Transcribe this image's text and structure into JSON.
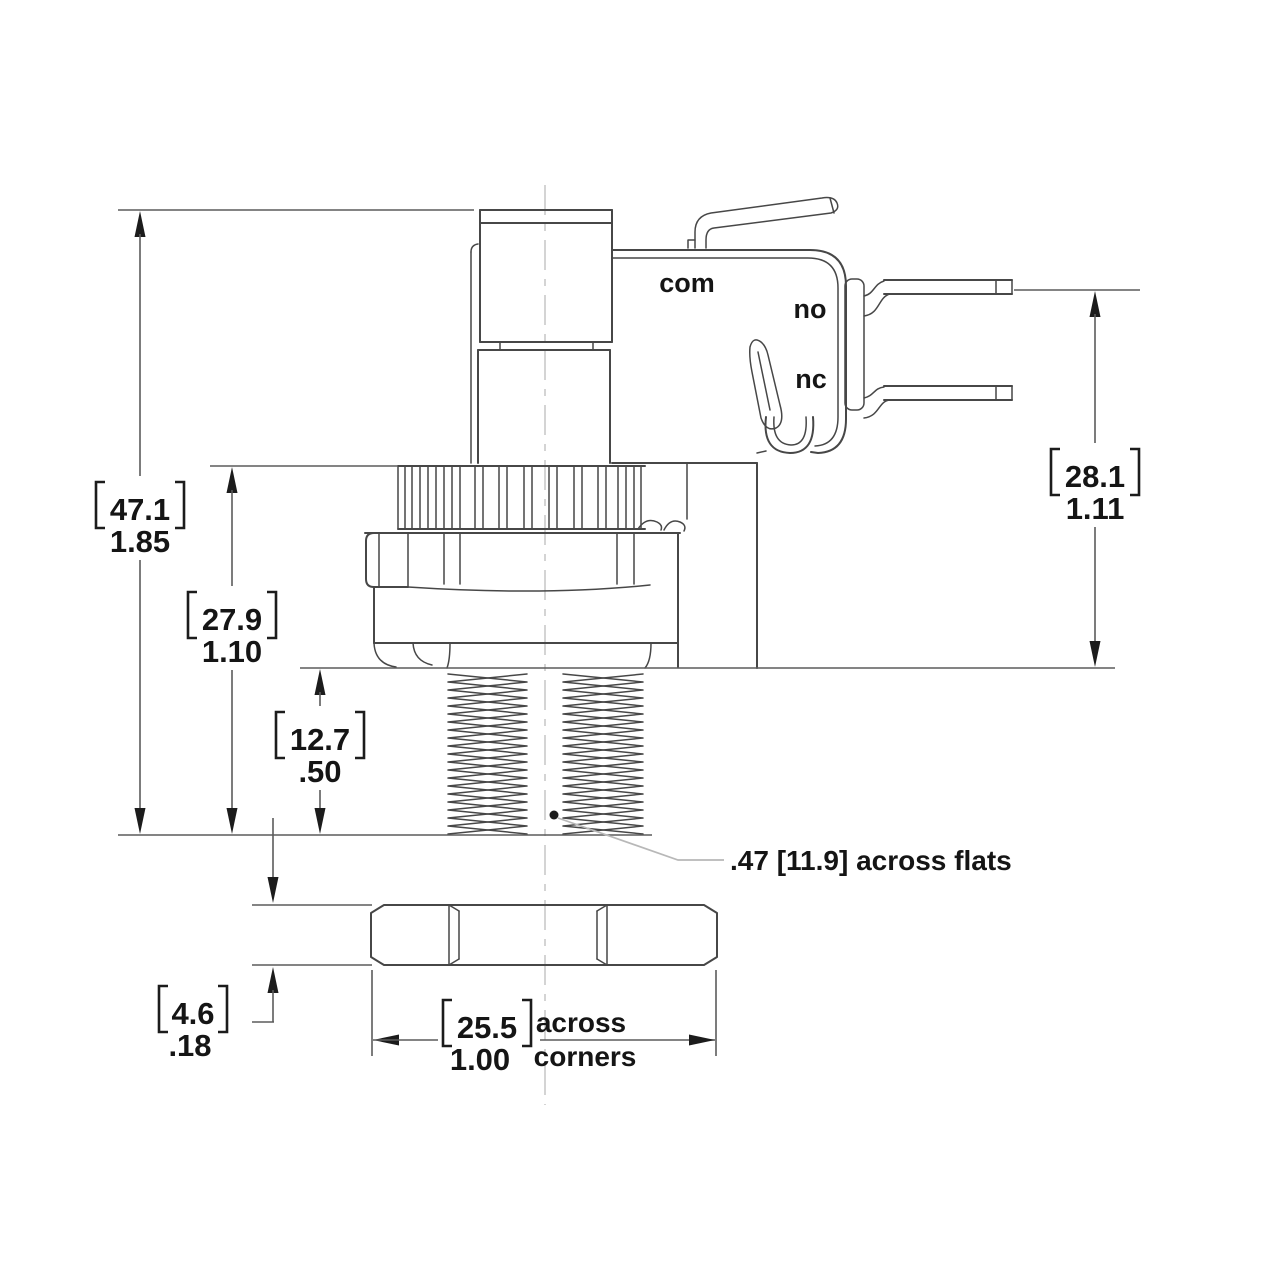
{
  "drawing": {
    "title": "pressure-switch-outline-dimension-drawing",
    "colors": {
      "background": "#ffffff",
      "object_line": "#474747",
      "dimension_line": "#5b5b5b",
      "leader_line": "#b8b8b8",
      "centerline": "#c9c9c9",
      "text": "#151515"
    },
    "switch_labels": {
      "com": "com",
      "no": "no",
      "nc": "nc"
    },
    "dimensions": {
      "overall_height_mm": "47.1",
      "overall_height_in": "1.85",
      "body_height_mm": "27.9",
      "body_height_in": "1.10",
      "thread_length_mm": "12.7",
      "thread_length_in": ".50",
      "switch_height_mm": "28.1",
      "switch_height_in": "1.11",
      "nut_thickness_mm": "4.6",
      "nut_thickness_in": ".18",
      "nut_width_mm": "25.5",
      "nut_width_in": "1.00",
      "nut_width_note_top": "across",
      "nut_width_note_bottom": "corners",
      "across_flats_note": ".47 [11.9] across flats"
    }
  }
}
